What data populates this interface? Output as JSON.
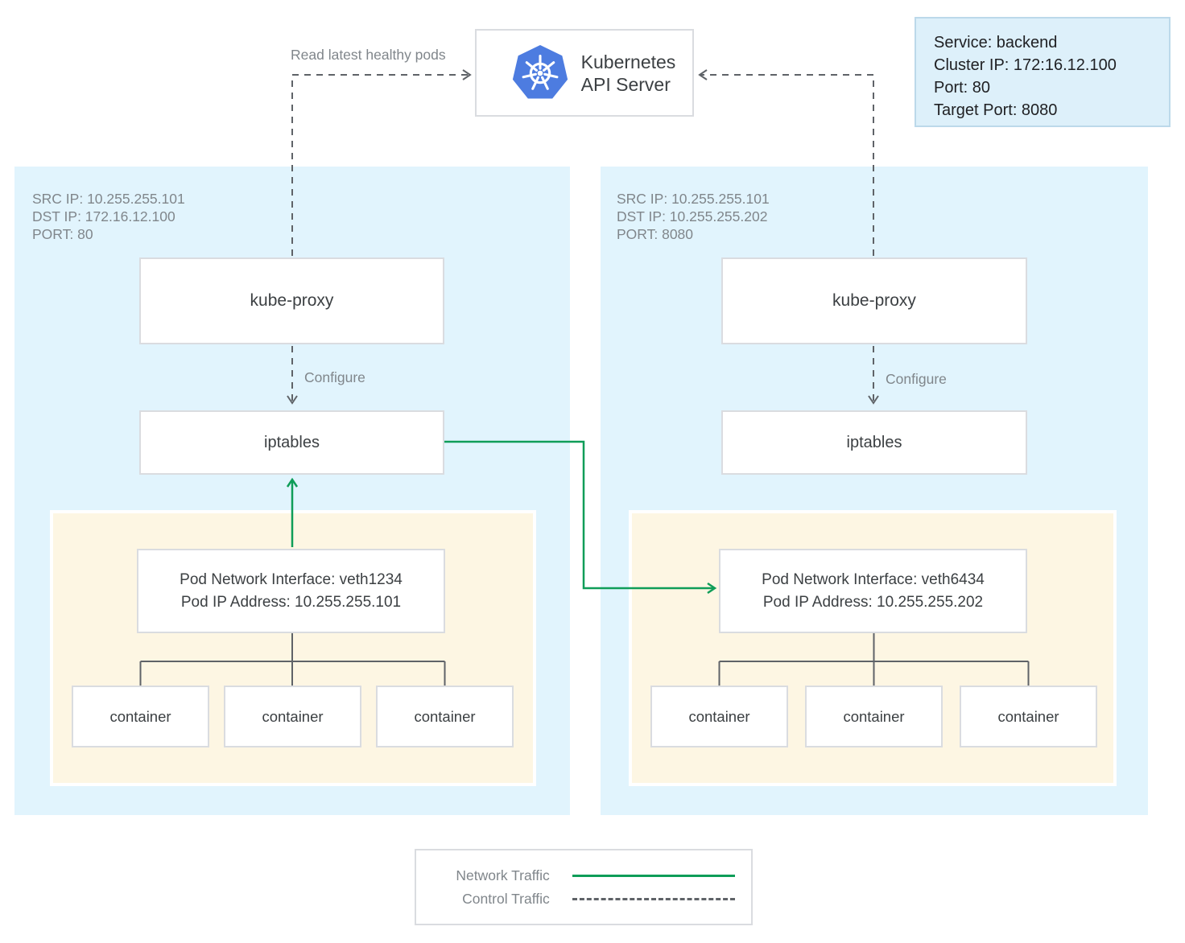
{
  "palette": {
    "node_bg": "#e1f4fd",
    "pod_bg": "#fdf6e3",
    "service_bg": "#ddf0fa",
    "service_border": "#bcd9ea",
    "box_border": "#dadce0",
    "green": "#0f9d58",
    "gray_line": "#5f6368",
    "text_dark": "#3c4043",
    "text_gray": "#80868b",
    "k8s_blue": "#4d7ce0"
  },
  "api_server": {
    "title_line1": "Kubernetes",
    "title_line2": "API Server",
    "logo_icon": "kubernetes-logo"
  },
  "service_info": {
    "service": "Service: backend",
    "cluster_ip": "Cluster IP: 172:16.12.100",
    "port": "Port: 80",
    "target_port": "Target Port: 8080"
  },
  "edges": {
    "read_label": "Read latest healthy pods",
    "configure_left": "Configure",
    "configure_right": "Configure"
  },
  "node_left": {
    "src_ip": "SRC IP: 10.255.255.101",
    "dst_ip": "DST IP: 172.16.12.100",
    "port": "PORT: 80",
    "kube_proxy": "kube-proxy",
    "iptables": "iptables",
    "pod": {
      "iface_line1": "Pod Network Interface: veth1234",
      "iface_line2": "Pod IP Address: 10.255.255.101",
      "containers": [
        "container",
        "container",
        "container"
      ]
    }
  },
  "node_right": {
    "src_ip": "SRC IP: 10.255.255.101",
    "dst_ip": "DST IP: 10.255.255.202",
    "port": "PORT: 8080",
    "kube_proxy": "kube-proxy",
    "iptables": "iptables",
    "pod": {
      "iface_line1": "Pod Network Interface: veth6434",
      "iface_line2": "Pod IP Address: 10.255.255.202",
      "containers": [
        "container",
        "container",
        "container"
      ]
    }
  },
  "legend": {
    "network": "Network Traffic",
    "control": "Control Traffic"
  }
}
